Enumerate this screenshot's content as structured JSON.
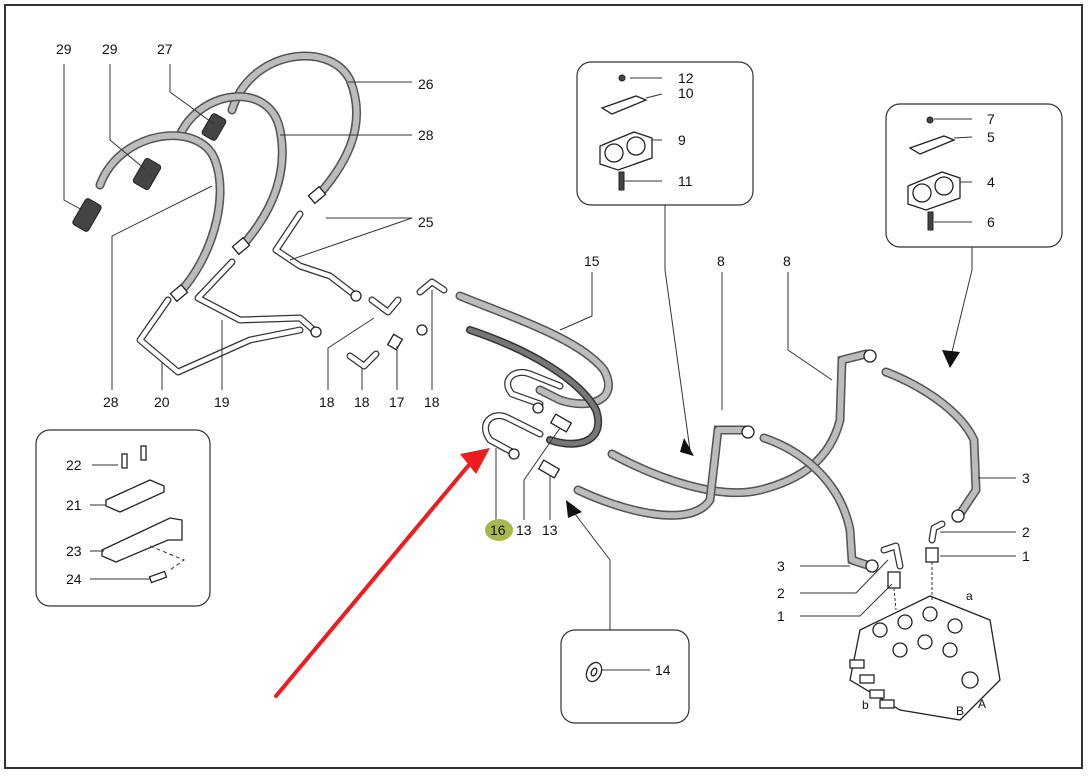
{
  "diagram": {
    "type": "hydraulic-parts-exploded-view",
    "highlighted_part": "16",
    "highlight_color": "#a8b84a",
    "pointer_arrow_color": "#ee1c1c",
    "part_labels": {
      "p29a": "29",
      "p29b": "29",
      "p27": "27",
      "p26": "26",
      "p28a": "28",
      "p25": "25",
      "p28b": "28",
      "p20": "20",
      "p19": "19",
      "p18a": "18",
      "p18b": "18",
      "p17": "17",
      "p18c": "18",
      "p15": "15",
      "p8a": "8",
      "p8b": "8",
      "p16": "16",
      "p13a": "13",
      "p13b": "13",
      "p3a": "3",
      "p3b": "3",
      "p2a": "2",
      "p2b": "2",
      "p1a": "1",
      "p1b": "1",
      "pa": "a",
      "pb": "b",
      "pA": "A",
      "pB": "B"
    },
    "inset_clamp_top": {
      "labels": [
        "12",
        "10",
        "9",
        "11"
      ]
    },
    "inset_clamp_right": {
      "labels": [
        "7",
        "5",
        "4",
        "6"
      ]
    },
    "inset_bracket": {
      "labels": [
        "22",
        "21",
        "23",
        "24"
      ]
    },
    "inset_washer": {
      "labels": [
        "14"
      ]
    }
  }
}
